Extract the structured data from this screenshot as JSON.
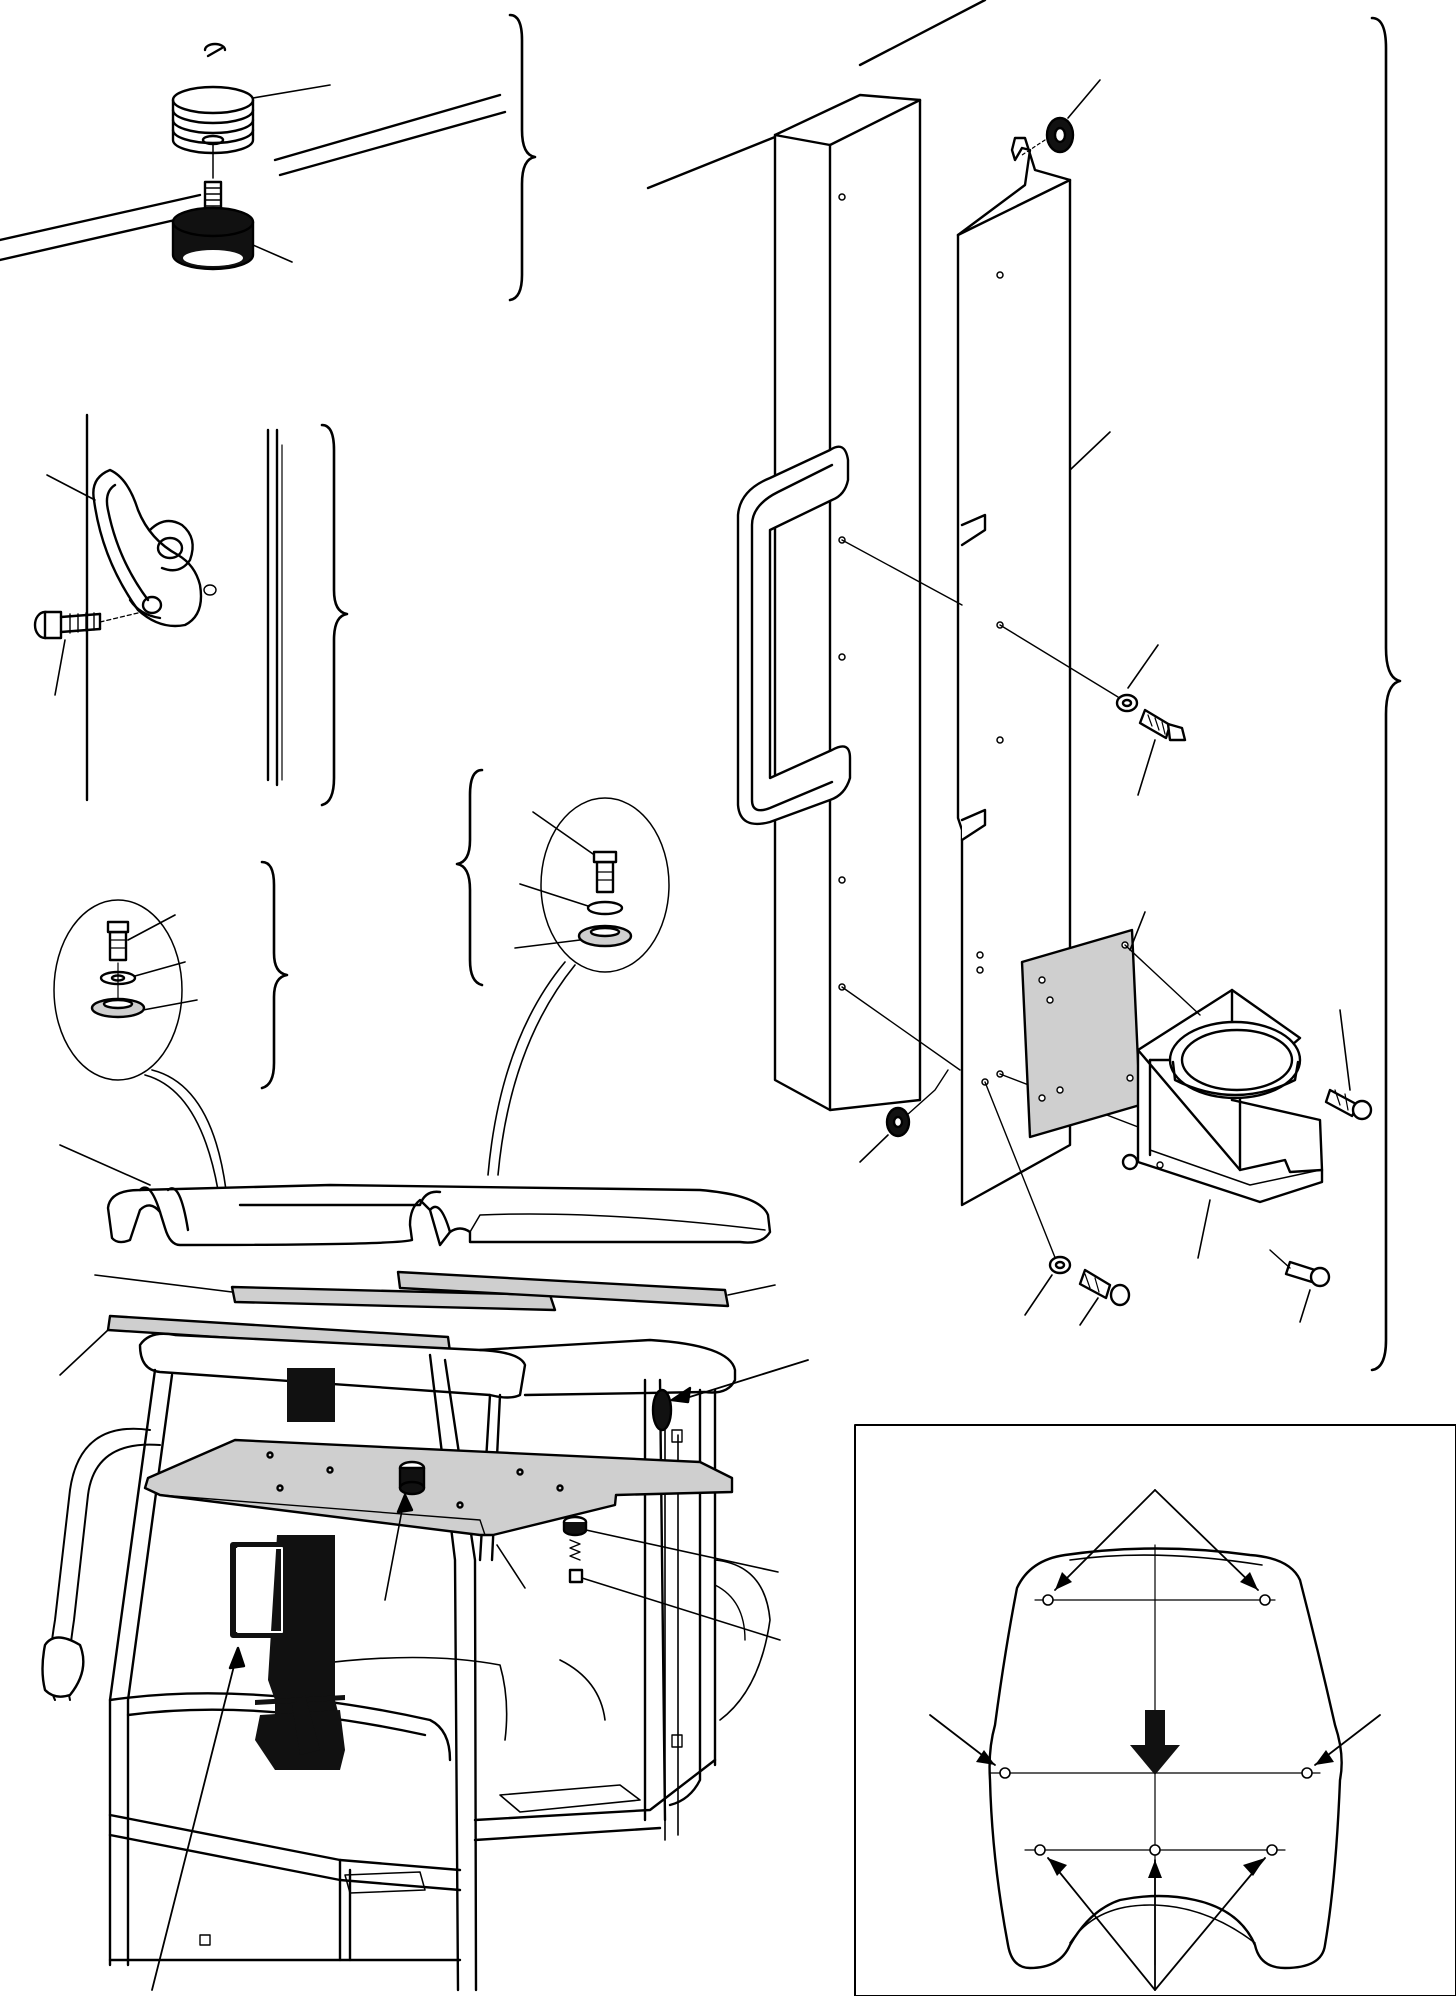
{
  "diagram": {
    "title": "",
    "labels": [],
    "colors": {
      "line": "#000000",
      "background": "#ffffff",
      "shaded": "#cfcfcf",
      "dark": "#111111"
    },
    "parts": [
      "bumper-stop",
      "coat-hook",
      "top-fixing-detail",
      "right-fixing-detail",
      "roof-cover",
      "roof-seal-strips",
      "cab-frame",
      "roof-panel",
      "door-pillar",
      "grab-handle",
      "mounting-plate",
      "cup-holder",
      "roof-fixing-points-inset"
    ]
  }
}
